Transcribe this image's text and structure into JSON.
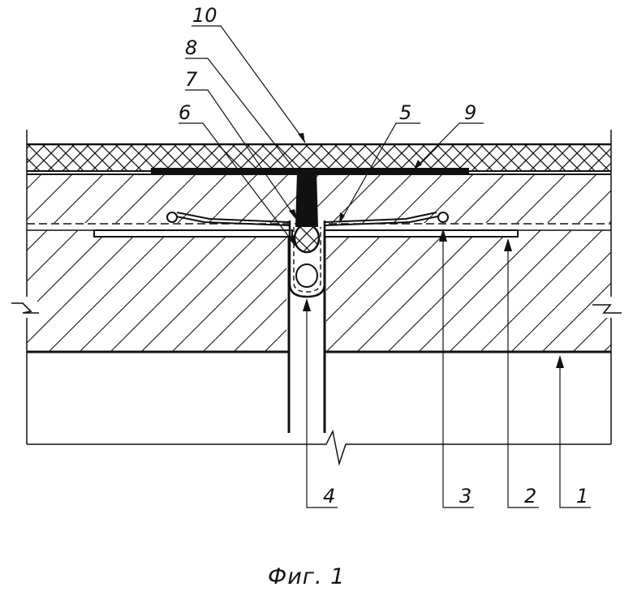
{
  "figure": {
    "caption": "Фиг. 1",
    "callouts": [
      {
        "id": "c1",
        "text": "1"
      },
      {
        "id": "c2",
        "text": "2"
      },
      {
        "id": "c3",
        "text": "3"
      },
      {
        "id": "c4",
        "text": "4"
      },
      {
        "id": "c5",
        "text": "5"
      },
      {
        "id": "c6",
        "text": "6"
      },
      {
        "id": "c7",
        "text": "7"
      },
      {
        "id": "c8",
        "text": "8"
      },
      {
        "id": "c9",
        "text": "9"
      },
      {
        "id": "c10",
        "text": "10"
      }
    ]
  },
  "colors": {
    "ink": "#111111",
    "paper": "#ffffff"
  }
}
